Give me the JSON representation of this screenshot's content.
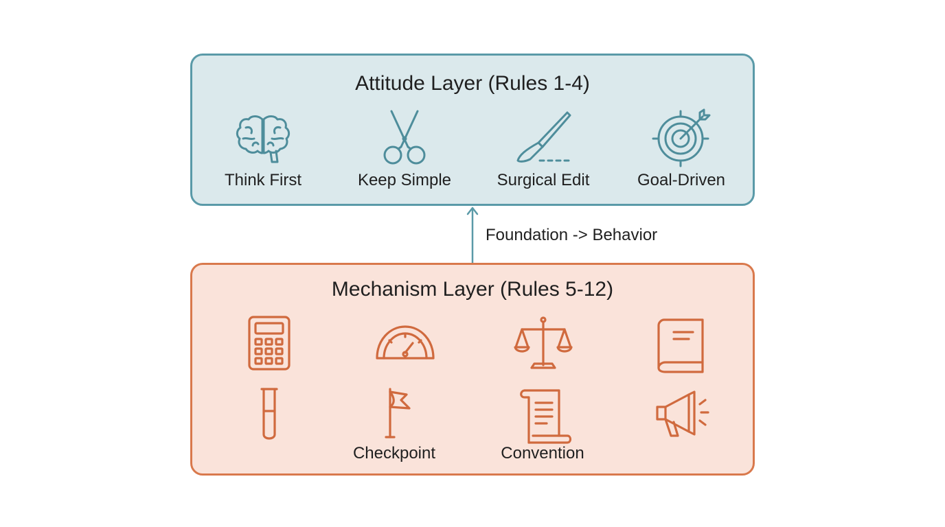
{
  "attitude_layer": {
    "title": "Attitude Layer (Rules 1-4)",
    "items": [
      {
        "label": "Think First",
        "icon": "brain-icon"
      },
      {
        "label": "Keep Simple",
        "icon": "scissors-icon"
      },
      {
        "label": "Surgical Edit",
        "icon": "scalpel-icon"
      },
      {
        "label": "Goal-Driven",
        "icon": "target-icon"
      }
    ]
  },
  "connector": {
    "label": "Foundation -> Behavior"
  },
  "mechanism_layer": {
    "title": "Mechanism Layer (Rules 5-12)",
    "items": [
      {
        "label": "",
        "icon": "calculator-icon"
      },
      {
        "label": "",
        "icon": "gauge-icon"
      },
      {
        "label": "",
        "icon": "balance-scale-icon"
      },
      {
        "label": "",
        "icon": "book-icon"
      },
      {
        "label": "",
        "icon": "test-tube-icon"
      },
      {
        "label": "Checkpoint",
        "icon": "flag-icon"
      },
      {
        "label": "Convention",
        "icon": "scroll-icon"
      },
      {
        "label": "",
        "icon": "megaphone-icon"
      }
    ]
  },
  "colors": {
    "attitude_fill": "#dbe9ec",
    "attitude_border": "#5a9aa8",
    "mechanism_fill": "#fae3da",
    "mechanism_border": "#d9794c",
    "connector": "#5a9aa8"
  }
}
